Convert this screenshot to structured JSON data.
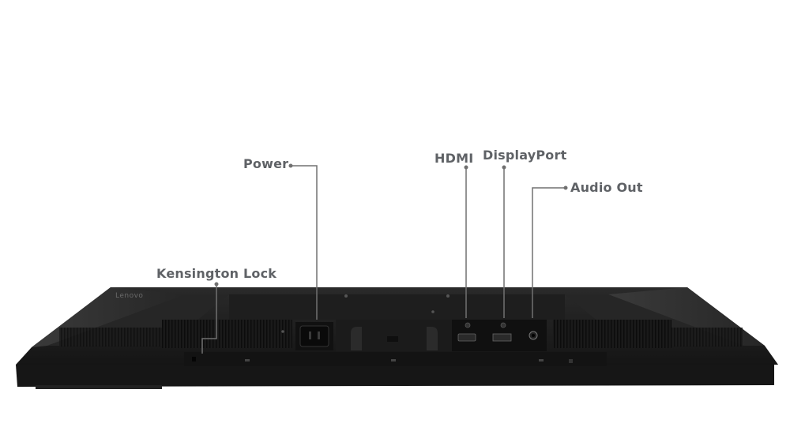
{
  "product": {
    "brand_logo": "Lenovo"
  },
  "callouts": {
    "power": "Power",
    "hdmi": "HDMI",
    "displayport": "DisplayPort",
    "audio_out": "Audio Out",
    "kensington_lock": "Kensington Lock"
  },
  "colors": {
    "label": "#5f6266",
    "leader_line": "#707070",
    "monitor_body": "#1b1b1b"
  }
}
